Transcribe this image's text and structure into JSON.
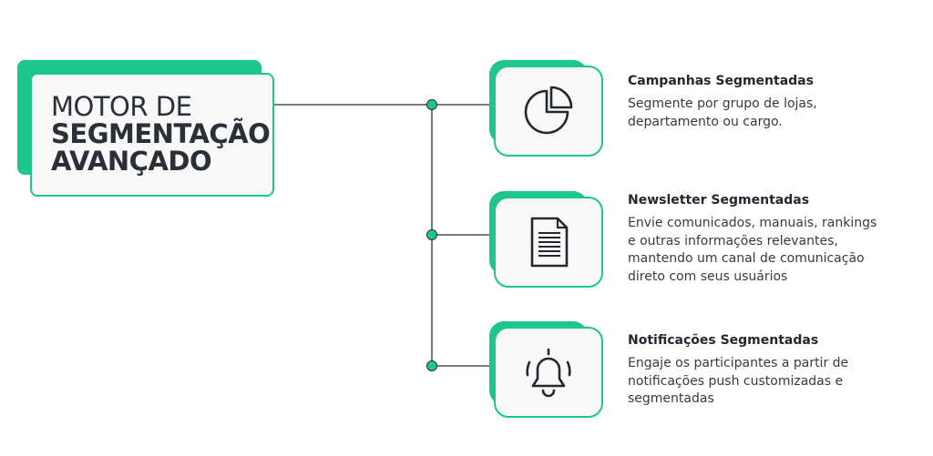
{
  "title": {
    "line1": "MOTOR DE",
    "line2": "SEGMENTAÇÃO",
    "line3": "AVANÇADO"
  },
  "colors": {
    "accent": "#1ec58c",
    "box_bg": "#f7f8f7",
    "line": "#2a2f38",
    "text": "#2a2f38"
  },
  "features": [
    {
      "icon": "pie-chart-icon",
      "title": "Campanhas Segmentadas",
      "description": "Segmente por grupo de lojas, departamento ou cargo."
    },
    {
      "icon": "document-icon",
      "title": "Newsletter Segmentadas",
      "description": "Envie comunicados, manuais, rankings e outras informações relevantes, mantendo um canal de comunicação direto com seus usuários"
    },
    {
      "icon": "bell-icon",
      "title": "Notificações Segmentadas",
      "description": "Engaje os participantes a partir de notificações push customizadas e segmentadas"
    }
  ]
}
